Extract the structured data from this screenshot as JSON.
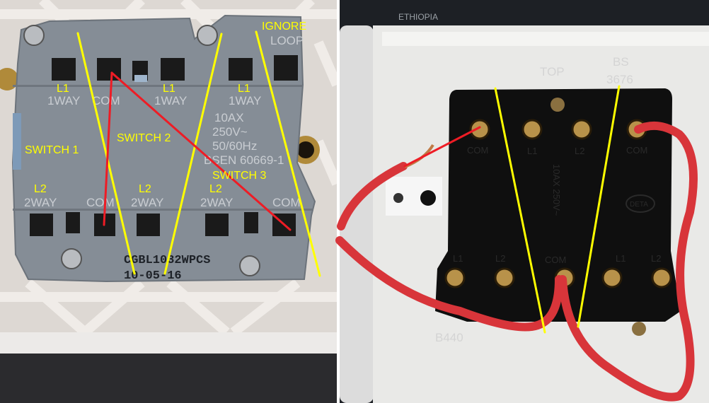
{
  "left_photo": {
    "printed_top_labels": [
      "1WAY",
      "COM",
      "1WAY",
      "1WAY"
    ],
    "printed_bottom_labels": [
      "2WAY",
      "COM",
      "2WAY",
      "2WAY",
      "COM"
    ],
    "printed_rating": [
      "10AX",
      "250V~",
      "50/60Hz",
      "BSEN 60669-1"
    ],
    "printed_loop": "LOOP",
    "printed_code": [
      "CGBL1032WPCS",
      "10-05-16"
    ],
    "annotations": {
      "ignore": "IGNORE",
      "l1": [
        "L1",
        "L1",
        "L1"
      ],
      "l2": [
        "L2",
        "L2",
        "L2"
      ],
      "switch1": "SWITCH  1",
      "switch2": "SWITCH 2",
      "switch3": "SWITCH 3"
    }
  },
  "right_photo": {
    "background_text": "ETHIOPIA",
    "plate_labels": {
      "top": "TOP",
      "bs": "BS",
      "bs_num": "3676",
      "model": "B440"
    },
    "terminal_labels": {
      "top_left": "COM",
      "top_mid_l1": "L1",
      "top_mid_l2": "L2",
      "top_right": "COM",
      "bottom_left_l1": "L1",
      "bottom_left_l2": "L2",
      "bottom_mid": "COM",
      "bottom_right_l1": "L1",
      "bottom_right_l2": "L2"
    },
    "rating": "10AX 250V~",
    "brand_logo": "DETA"
  },
  "colors": {
    "annotation_yellow": "#ffff00",
    "annotation_red": "#ee1c25",
    "wire_red": "#d8353a"
  }
}
